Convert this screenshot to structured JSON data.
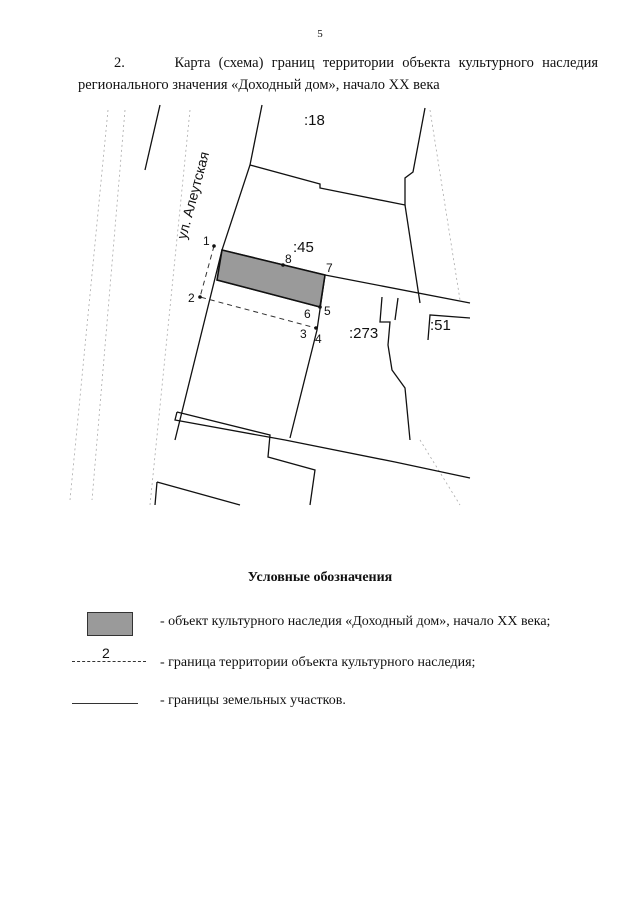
{
  "page_number": "5",
  "heading": {
    "line1": "2.      Карта (схема) границ территории объекта культурного наследия",
    "line2": "регионального значения «Доходный дом», начало XX века"
  },
  "map": {
    "street": "ул. Алеутская",
    "parcels": [
      ":18",
      ":45",
      ":273",
      ":51"
    ],
    "points": [
      "1",
      "2",
      "3",
      "4",
      "5",
      "6",
      "7",
      "8"
    ],
    "colors": {
      "object_fill": "#9a9a9a",
      "lines": "#111111"
    }
  },
  "legend": {
    "title": "Условные обозначения",
    "items": [
      {
        "symbol": "gray-rectangle",
        "text": "- объект культурного наследия «Доходный дом», начало XX века;"
      },
      {
        "symbol": "dashed-line",
        "symbol_label": "2",
        "text": "- граница территории объекта культурного наследия;"
      },
      {
        "symbol": "solid-line",
        "text": "- границы земельных участков."
      }
    ]
  }
}
